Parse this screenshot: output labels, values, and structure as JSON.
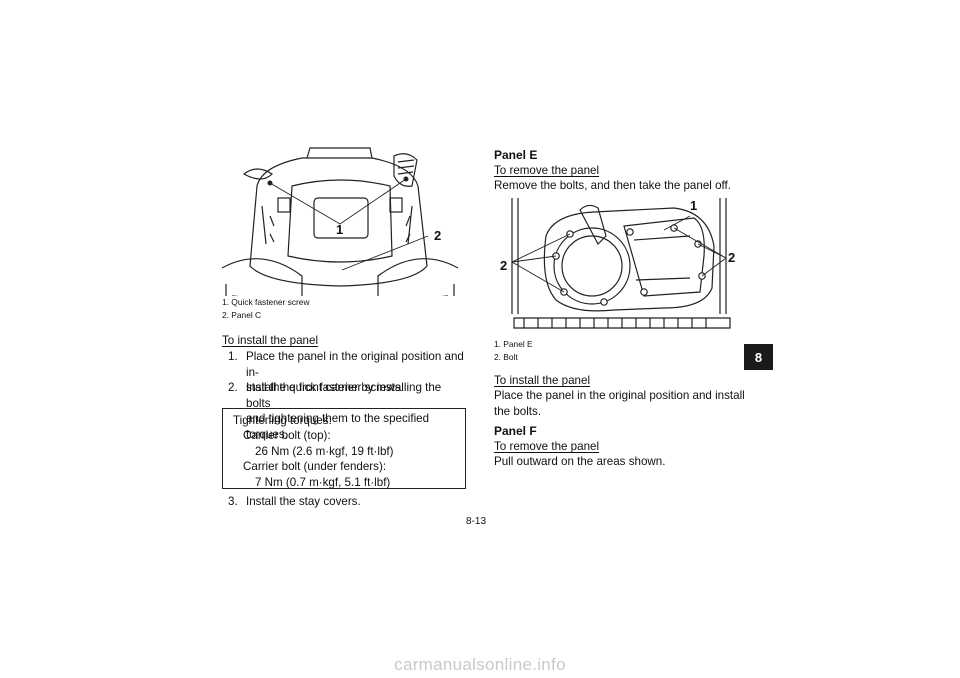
{
  "left_column": {
    "figure_callouts": [
      "1",
      "2"
    ],
    "captions": [
      "1.  Quick fastener screw",
      "2.  Panel C"
    ],
    "install_heading": "To install the panel",
    "steps": [
      {
        "num": "1.",
        "line1": "Place the panel in the original position and in-",
        "line2": "stall the quick fastener screws."
      },
      {
        "num": "2.",
        "line1": "Install the front carrier by installing the bolts",
        "line2": "and tightening them to the specified torques."
      },
      {
        "num": "3.",
        "line1": "Install the stay covers.",
        "line2": ""
      }
    ],
    "torque_box": {
      "title": "Tightening torques:",
      "lines": [
        "Carrier bolt (top):",
        "26 Nm (2.6 m·kgf, 19 ft·lbf)",
        "Carrier bolt (under fenders):",
        "7 Nm (0.7 m·kgf, 5.1 ft·lbf)"
      ]
    }
  },
  "right_column": {
    "panel_e_heading": "Panel E",
    "remove_heading": "To remove the panel",
    "remove_text": "Remove the bolts, and then take the panel off.",
    "figure_callouts": [
      "1",
      "2",
      "2"
    ],
    "captions": [
      "1.  Panel E",
      "2.  Bolt"
    ],
    "install_heading": "To install the panel",
    "install_text_line1": "Place the panel in the original position and install",
    "install_text_line2": "the bolts.",
    "panel_f_heading": "Panel F",
    "remove_heading_f": "To remove the panel",
    "remove_text_f": "Pull outward on the areas shown."
  },
  "chapter_tab": "8",
  "page_number": "8-13",
  "watermark": "carmanualsonline.info"
}
